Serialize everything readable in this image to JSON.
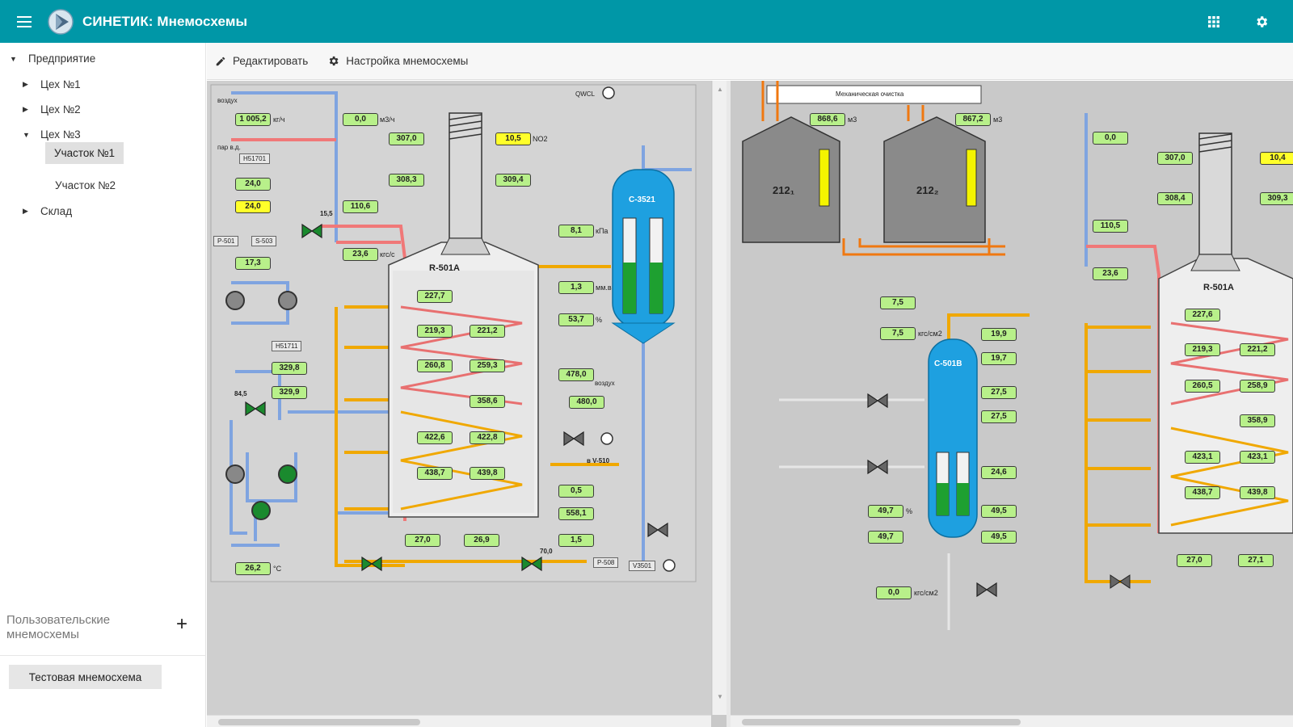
{
  "app": {
    "title": "СИНЕТИК: Мнемосхемы"
  },
  "toolbar": {
    "edit_label": "Редактировать",
    "settings_label": "Настройка мнемосхемы"
  },
  "tree": {
    "root": "Предприятие",
    "ceh1": "Цех №1",
    "ceh2": "Цех №2",
    "ceh3": "Цех №3",
    "uch1": "Участок №1",
    "uch2": "Участок №2",
    "sklad": "Склад"
  },
  "sidebar": {
    "user_schemes": "Пользовательские мнемосхемы",
    "test_scheme": "Тестовая мнемосхема"
  },
  "left_scheme": {
    "reactor": "R-501A",
    "column": "C-3521",
    "vozduh": "воздух",
    "par": "пар в.д.",
    "h51701": "Н51701",
    "h51711": "Н51711",
    "p501": "P-501",
    "s503": "S-503",
    "qwcl": "QWCL",
    "v510": "в V-510",
    "p508": "P-508",
    "v3501": "V3501",
    "vozduh2": "воздух",
    "val_1612": "1 005,2",
    "val_2210": "0,0",
    "val_1622": "307,0",
    "val_1120": "10,5",
    "val_1625": "308,3",
    "val_1624": "309,4",
    "val_1601": "110,6",
    "val_1201a": "24,0",
    "val_1201b": "24,0",
    "val_155": "15,5",
    "val_1401": "23,6",
    "val_3614": "17,3",
    "val_1626": "227,7",
    "val_1628": "219,3",
    "val_1629": "221,2",
    "val_1630": "260,8",
    "val_1631": "259,3",
    "val_1632": "358,6",
    "val_1634": "422,6",
    "val_1635": "422,8",
    "val_1636": "438,7",
    "val_1637": "439,8",
    "val_1441": "329,8",
    "val_1411": "329,9",
    "val_845": "84,5",
    "val_2109": "8,1",
    "val_1420": "1,3",
    "val_2102": "53,7",
    "val_1640": "478,0",
    "val_1641": "480,0",
    "val_1217": "0,5",
    "val_1618": "558,1",
    "val_1215": "1,5",
    "val_1412": "27,0",
    "val_1412b": "26,9",
    "val_700": "70,0",
    "val_3611": "26,2",
    "u_kgch": "кг/ч",
    "u_m3ch": "м3/ч",
    "u_c": "°C",
    "u_no2": "NO2",
    "u_kpa": "кПа",
    "u_mmv": "мм.в",
    "u_pct": "%",
    "u_kgs": "кгс/с"
  },
  "right_scheme": {
    "mech": "Механическая очистка",
    "tank1": "212₁",
    "tank2": "212₂",
    "column": "C-501B",
    "reactor": "R-501A",
    "v_868": "868,6",
    "v_867": "867,2",
    "v_prc": "7,5",
    "v_ps": "7,5",
    "v_2654": "19,9",
    "v_2653": "19,7",
    "v_2661": "27,5",
    "v_2661b": "27,5",
    "v_2664": "24,6",
    "v_2362": "49,7",
    "v_2362b": "49,7",
    "v_2361": "49,5",
    "v_2361b": "49,5",
    "v_2420": "0,0",
    "v_2210": "0,0",
    "v_1622": "307,0",
    "v_1120": "10,4",
    "v_1625": "308,4",
    "v_1624": "309,3",
    "v_1601": "110,5",
    "v_1401": "23,6",
    "v_1626": "227,6",
    "v_1628": "219,3",
    "v_1629": "221,2",
    "v_1630": "260,5",
    "v_1631": "258,9",
    "v_1632": "358,9",
    "v_1634": "423,1",
    "v_1635": "423,1",
    "v_1636": "438,7",
    "v_1637": "439,8",
    "v_1412": "27,0",
    "v_1412b": "27,1",
    "u_kgs_cm2": "кгс/см2",
    "u_m3": "м3",
    "u_pct": "%"
  },
  "colors": {
    "appbar": "#0097a7",
    "green_box": "#b8f08a",
    "yellow_box": "#ffff2a",
    "column_blue": "#1ea0e0",
    "pipe_orange": "#f0a800",
    "pipe_blue": "#7fa4e0"
  }
}
